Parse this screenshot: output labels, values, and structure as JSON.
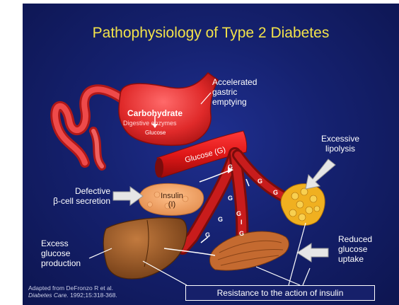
{
  "title": "Pathophysiology of Type 2 Diabetes",
  "stomach": {
    "carb_label": "Carbohydrate",
    "enzymes_label": "Digestive enzymes",
    "glucose_label": "Glucose"
  },
  "vessel": {
    "glucose_label": "Glucose (G)",
    "glucose_marker": "G"
  },
  "pancreas": {
    "insulin_label": "Insulin",
    "insulin_symbol": "(I)",
    "insulin_marker": "I"
  },
  "labels": {
    "gastric": [
      "Accelerated",
      "gastric",
      "emptying"
    ],
    "lipolysis": [
      "Excessive",
      "lipolysis"
    ],
    "beta_cell": [
      "Defective",
      "β-cell secretion"
    ],
    "glucose_production": [
      "Excess",
      "glucose",
      "production"
    ],
    "uptake": [
      "Reduced",
      "glucose",
      "uptake"
    ],
    "resistance": "Resistance to the action of insulin"
  },
  "citation": {
    "line1": "Adapted from DeFronzo R et al.",
    "journal": "Diabetes Care.",
    "details": " 1992;15:318-368."
  },
  "colors": {
    "background": "#15216f",
    "title": "#f2e24a",
    "vessel": "#e01818",
    "vessel_dark": "#7a0c0c",
    "pancreas": "#f2a366",
    "liver": "#9a5a2a",
    "fat": "#f0b020",
    "muscle": "#c46a30"
  },
  "icons": [
    "stomach-intestine-illustration",
    "blood-vessel-illustration",
    "pancreas-illustration",
    "liver-illustration",
    "fat-cells-illustration",
    "muscle-illustration",
    "arrow-icon"
  ]
}
